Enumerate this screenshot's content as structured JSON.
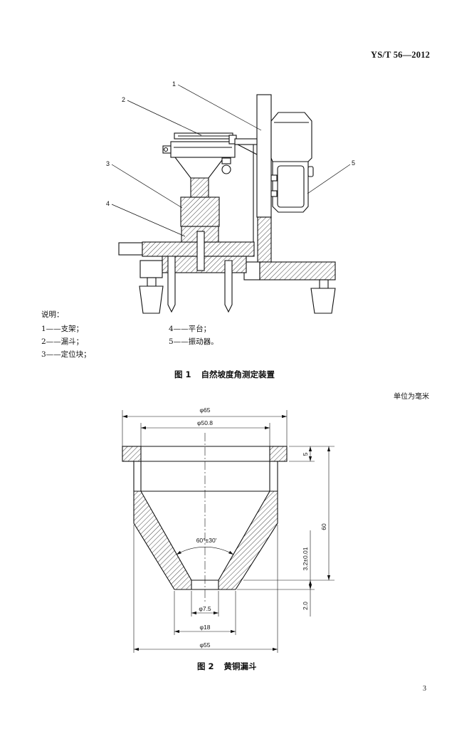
{
  "header": {
    "standard_number": "YS/T 56—2012"
  },
  "figure1": {
    "callouts": [
      "1",
      "2",
      "3",
      "4",
      "5"
    ],
    "legend_title": "说明：",
    "legend": [
      "1——支架；",
      "2——漏斗；",
      "3——定位块；",
      "4——平台；",
      "5——振动器。"
    ],
    "caption_no": "图 1",
    "caption_title": "自然坡度角测定装置"
  },
  "figure2": {
    "unit_note": "单位为毫米",
    "dims": {
      "d65": "φ65",
      "d50_8": "φ50.8",
      "h5": "5",
      "h60": "60",
      "angle": "60°±30′",
      "h3_2": "3.2±0.01",
      "h2_0": "2.0",
      "d7_5": "φ7.5",
      "d18": "φ18",
      "d55": "φ55"
    },
    "caption_no": "图 2",
    "caption_title": "黄铜漏斗"
  },
  "page_number": "3"
}
